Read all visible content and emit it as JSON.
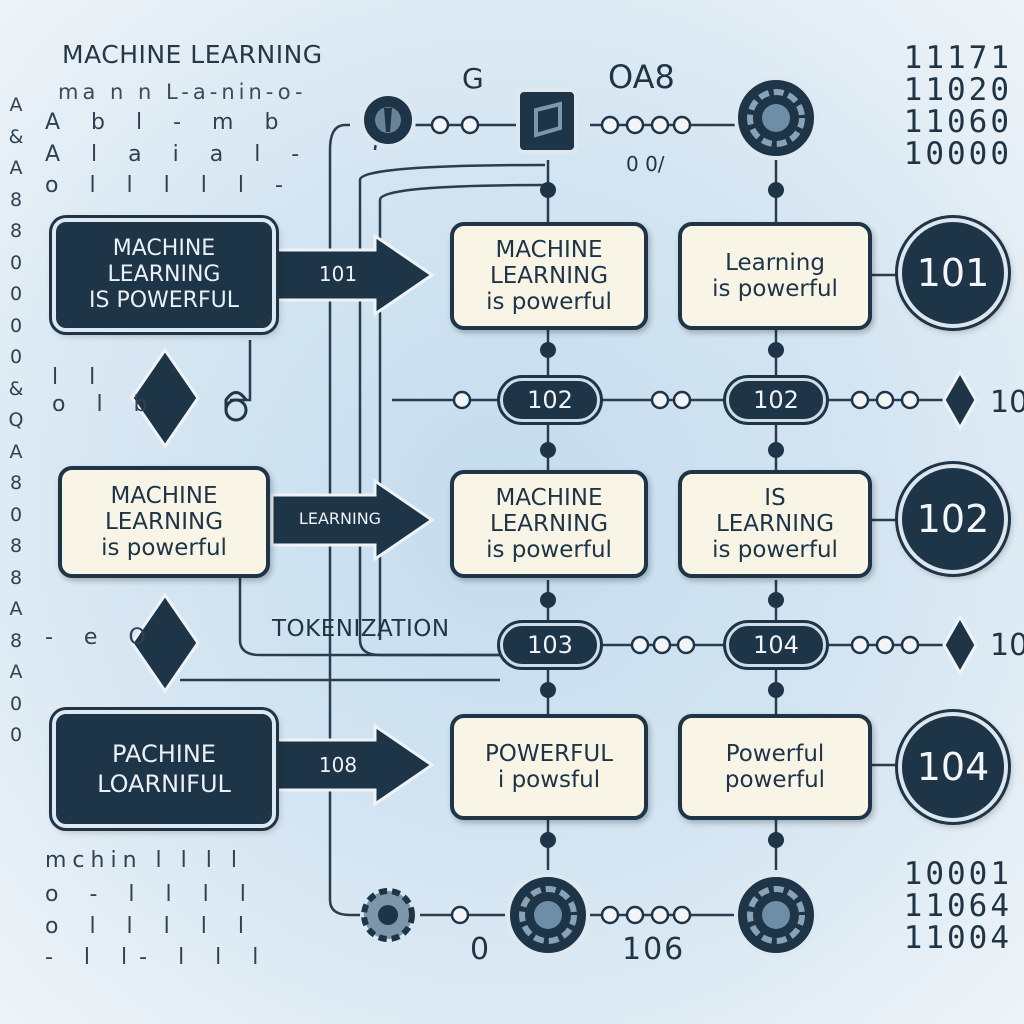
{
  "header": {
    "title": "MACHINE LEARNING",
    "scribble": "ma n n L-a-nin-o-"
  },
  "top_labels": {
    "g_label": "G",
    "oab_label": "OA8",
    "small_num": "0 0/"
  },
  "left_margin": [
    "A",
    "&",
    "A",
    "8",
    "8",
    "0",
    "0",
    "0",
    "0",
    "&",
    "Q",
    "A",
    "8",
    "0",
    "8",
    "8",
    "A",
    "8",
    "A",
    "0",
    "0"
  ],
  "tick_rows": {
    "row1": "A b l - m b",
    "row2": "A l a i a l -",
    "row3": "o l l l l l -",
    "row4": "l l",
    "row5": "o l b",
    "row6": "- e O",
    "bottom1": "mchin l l l l",
    "bottom2": "o - l l l l",
    "bottom3": "o l l l l l",
    "bottom4": "- l l- l l l"
  },
  "binary_top": [
    "11171",
    "11020",
    "11060",
    "10000"
  ],
  "binary_bottom": [
    "10001",
    "11064",
    "11004"
  ],
  "inputs": [
    {
      "text": "MACHINE\nLEARNING\nIS POWERFUL",
      "arrow_label": "101"
    },
    {
      "text": "MACHINE\nLEARNING\nis powerful",
      "arrow_label": "LEARNING"
    },
    {
      "text": "PACHINE\nLOARNIFUL",
      "arrow_label": "108"
    }
  ],
  "col1_boxes": [
    "MACHINE\nLEARNING\nis powerful",
    "MACHINE\nLEARNING\nis powerful",
    "POWERFUL\ni powsful"
  ],
  "col2_boxes": [
    "Learning\nis powerful",
    "IS\nLEARNING\nis powerful",
    "Powerful\npowerful"
  ],
  "outputs": [
    "101",
    "102",
    "104"
  ],
  "pills": {
    "row1_left": "102",
    "row1_right": "102",
    "row2_left": "103",
    "row2_right": "104"
  },
  "side_labels": [
    "10",
    "10"
  ],
  "tokenization_label": "TOKENIZATION",
  "bottom_labels": {
    "left": "0",
    "right": "106"
  },
  "colors": {
    "dark": "#1e3447",
    "cream": "#f8f4e6",
    "background": "#c4dcee"
  },
  "icons": [
    "pin-gear-icon",
    "document-icon",
    "lens-gear-icon",
    "gear-icon",
    "lens-gear-icon",
    "lens-gear-icon"
  ]
}
